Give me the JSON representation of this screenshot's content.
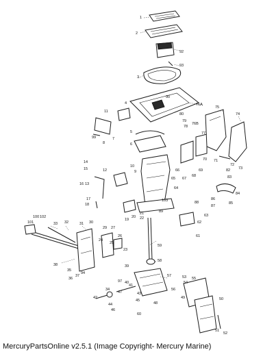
{
  "caption": "MercuryPartsOnline v2.5.1 (Image Copyright- Mercury Marine)",
  "diagram": {
    "callouts": [
      {
        "id": "1",
        "text": "1"
      },
      {
        "id": "2",
        "text": "2"
      },
      {
        "id": "92",
        "text": "92"
      },
      {
        "id": "93",
        "text": "93"
      },
      {
        "id": "3",
        "text": "3"
      },
      {
        "id": "4",
        "text": "4"
      },
      {
        "id": "90",
        "text": "90"
      },
      {
        "id": "80",
        "text": "80"
      },
      {
        "id": "79",
        "text": "79"
      },
      {
        "id": "78",
        "text": "78"
      },
      {
        "id": "76A",
        "text": "76A"
      },
      {
        "id": "76B",
        "text": "76B"
      },
      {
        "id": "75",
        "text": "75"
      },
      {
        "id": "74",
        "text": "74"
      },
      {
        "id": "77",
        "text": "77"
      },
      {
        "id": "71",
        "text": "71"
      },
      {
        "id": "72",
        "text": "72"
      },
      {
        "id": "73",
        "text": "73"
      },
      {
        "id": "11",
        "text": "11"
      },
      {
        "id": "5",
        "text": "5"
      },
      {
        "id": "7",
        "text": "7"
      },
      {
        "id": "99",
        "text": "99"
      },
      {
        "id": "6",
        "text": "6"
      },
      {
        "id": "8",
        "text": "8"
      },
      {
        "id": "10",
        "text": "10"
      },
      {
        "id": "9",
        "text": "9"
      },
      {
        "id": "70",
        "text": "70"
      },
      {
        "id": "69",
        "text": "69"
      },
      {
        "id": "68",
        "text": "68"
      },
      {
        "id": "67",
        "text": "67"
      },
      {
        "id": "66",
        "text": "66"
      },
      {
        "id": "65",
        "text": "65"
      },
      {
        "id": "64",
        "text": "64"
      },
      {
        "id": "82",
        "text": "82"
      },
      {
        "id": "83",
        "text": "83"
      },
      {
        "id": "84",
        "text": "84"
      },
      {
        "id": "85",
        "text": "85"
      },
      {
        "id": "86",
        "text": "86"
      },
      {
        "id": "87",
        "text": "87"
      },
      {
        "id": "88",
        "text": "88"
      },
      {
        "id": "14",
        "text": "14"
      },
      {
        "id": "15",
        "text": "15"
      },
      {
        "id": "16",
        "text": "16"
      },
      {
        "id": "13",
        "text": "13"
      },
      {
        "id": "12",
        "text": "12"
      },
      {
        "id": "18",
        "text": "18"
      },
      {
        "id": "17",
        "text": "17"
      },
      {
        "id": "19",
        "text": "19"
      },
      {
        "id": "20",
        "text": "20"
      },
      {
        "id": "21",
        "text": "21"
      },
      {
        "id": "22",
        "text": "22"
      },
      {
        "id": "89",
        "text": "89"
      },
      {
        "id": "103",
        "text": "103"
      },
      {
        "id": "62",
        "text": "62"
      },
      {
        "id": "63",
        "text": "63"
      },
      {
        "id": "61",
        "text": "61"
      },
      {
        "id": "100",
        "text": "100"
      },
      {
        "id": "102",
        "text": "102"
      },
      {
        "id": "101",
        "text": "101"
      },
      {
        "id": "33",
        "text": "33"
      },
      {
        "id": "32",
        "text": "32"
      },
      {
        "id": "31",
        "text": "31"
      },
      {
        "id": "30",
        "text": "30"
      },
      {
        "id": "29",
        "text": "29"
      },
      {
        "id": "27",
        "text": "27"
      },
      {
        "id": "26",
        "text": "26"
      },
      {
        "id": "25",
        "text": "25"
      },
      {
        "id": "24",
        "text": "24"
      },
      {
        "id": "23",
        "text": "23"
      },
      {
        "id": "59",
        "text": "59"
      },
      {
        "id": "58",
        "text": "58"
      },
      {
        "id": "57",
        "text": "57"
      },
      {
        "id": "38",
        "text": "38"
      },
      {
        "id": "35",
        "text": "35"
      },
      {
        "id": "94",
        "text": "94"
      },
      {
        "id": "37",
        "text": "37"
      },
      {
        "id": "36",
        "text": "36"
      },
      {
        "id": "39",
        "text": "39"
      },
      {
        "id": "97",
        "text": "97"
      },
      {
        "id": "40",
        "text": "40"
      },
      {
        "id": "41",
        "text": "41"
      },
      {
        "id": "47",
        "text": "47"
      },
      {
        "id": "43",
        "text": "43"
      },
      {
        "id": "42",
        "text": "42"
      },
      {
        "id": "44",
        "text": "44"
      },
      {
        "id": "46",
        "text": "46"
      },
      {
        "id": "45",
        "text": "45"
      },
      {
        "id": "34",
        "text": "34"
      },
      {
        "id": "60",
        "text": "60"
      },
      {
        "id": "48",
        "text": "48"
      },
      {
        "id": "49",
        "text": "49"
      },
      {
        "id": "53",
        "text": "53"
      },
      {
        "id": "54",
        "text": "54"
      },
      {
        "id": "55",
        "text": "55"
      },
      {
        "id": "56",
        "text": "56"
      },
      {
        "id": "50",
        "text": "50"
      },
      {
        "id": "51",
        "text": "51"
      },
      {
        "id": "52",
        "text": "52"
      }
    ]
  }
}
